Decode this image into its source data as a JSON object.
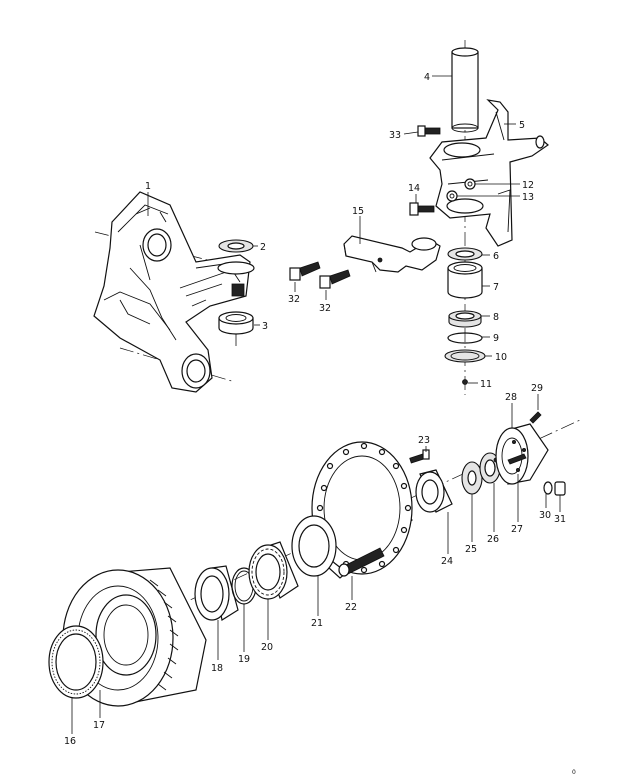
{
  "callouts": {
    "c1": "1",
    "c2": "2",
    "c3": "3",
    "c4": "4",
    "c5": "5",
    "c6": "6",
    "c7": "7",
    "c8": "8",
    "c9": "9",
    "c10": "10",
    "c11": "11",
    "c12": "12",
    "c13": "13",
    "c14": "14",
    "c15": "15",
    "c16": "16",
    "c17": "17",
    "c18": "18",
    "c19": "19",
    "c20": "20",
    "c21": "21",
    "c22": "22",
    "c23": "23",
    "c24": "24",
    "c25": "25",
    "c26": "26",
    "c27": "27",
    "c28": "28",
    "c29": "29",
    "c30": "30",
    "c31": "31",
    "c32a": "32",
    "c32b": "32",
    "c33": "33"
  },
  "corner_mark": "0"
}
